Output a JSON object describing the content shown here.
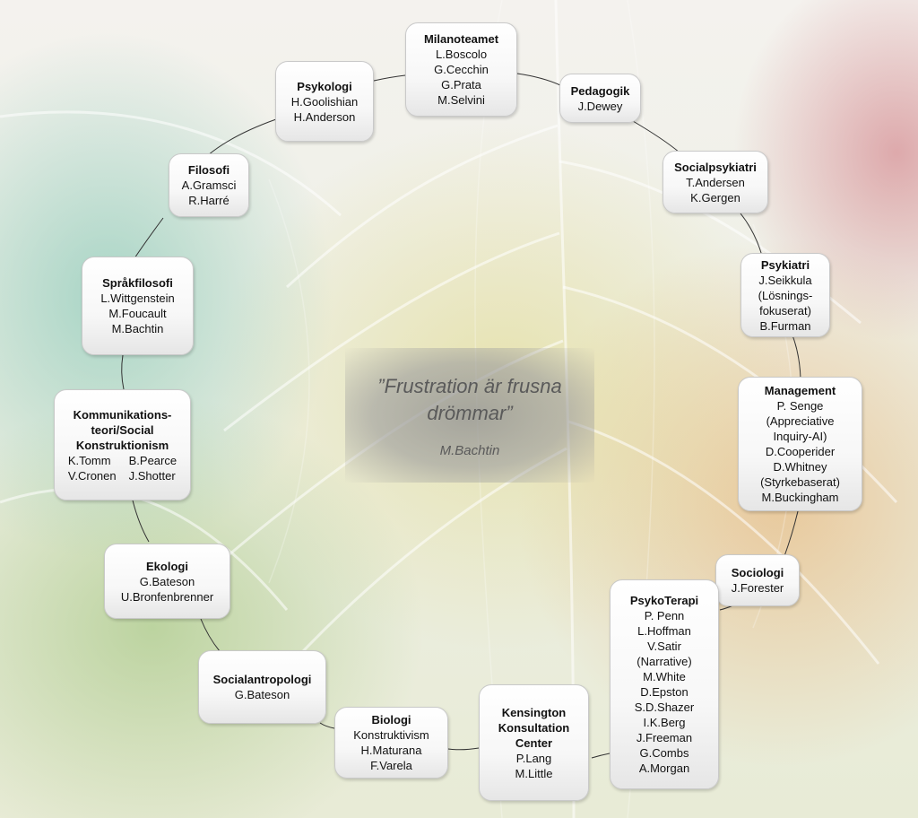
{
  "quote": {
    "line1": "”Frustration är frusna",
    "line2": "drömmar”",
    "author": "M.Bachtin"
  },
  "nodes": {
    "milanoteamet": {
      "title": "Milanoteamet",
      "lines": [
        "L.Boscolo",
        "G.Cecchin",
        "G.Prata",
        "M.Selvini"
      ]
    },
    "pedagogik": {
      "title": "Pedagogik",
      "lines": [
        "J.Dewey"
      ]
    },
    "socialpsykiatri": {
      "title": "Socialpsykiatri",
      "lines": [
        "T.Andersen",
        "K.Gergen"
      ]
    },
    "psykiatri": {
      "title": "Psykiatri",
      "lines": [
        "J.Seikkula",
        "(Lösnings-",
        "fokuserat)",
        "B.Furman"
      ]
    },
    "management": {
      "title": "Management",
      "lines": [
        "P. Senge",
        "(Appreciative",
        "Inquiry-AI)",
        "D.Cooperider",
        "D.Whitney",
        "(Styrkebaserat)",
        "M.Buckingham"
      ]
    },
    "sociologi": {
      "title": "Sociologi",
      "lines": [
        "J.Forester"
      ]
    },
    "psykoterapi": {
      "title": "PsykoTerapi",
      "lines": [
        "P. Penn",
        "L.Hoffman",
        "V.Satir",
        "(Narrative)",
        "M.White",
        "D.Epston",
        "S.D.Shazer",
        "I.K.Berg",
        "J.Freeman",
        "G.Combs",
        "A.Morgan"
      ]
    },
    "kensington": {
      "title_lines": [
        "Kensington",
        "Konsultation",
        "Center"
      ],
      "lines": [
        "P.Lang",
        "M.Little"
      ]
    },
    "biologi": {
      "title": "Biologi",
      "lines": [
        "Konstruktivism",
        "H.Maturana",
        "F.Varela"
      ]
    },
    "socialantropologi": {
      "title": "Socialantropologi",
      "lines": [
        "G.Bateson"
      ]
    },
    "ekologi": {
      "title": "Ekologi",
      "lines": [
        "G.Bateson",
        "U.Bronfenbrenner"
      ]
    },
    "kommunikation": {
      "title_lines": [
        "Kommunikations-",
        "teori/Social",
        "Konstruktionism"
      ],
      "grid": [
        "K.Tomm",
        "B.Pearce",
        "V.Cronen",
        "J.Shotter"
      ]
    },
    "sprakfilosofi": {
      "title": "Språkfilosofi",
      "lines": [
        "L.Wittgenstein",
        "M.Foucault",
        "M.Bachtin"
      ]
    },
    "filosofi": {
      "title": "Filosofi",
      "lines": [
        "A.Gramsci",
        "R.Harré"
      ]
    },
    "psykologi": {
      "title": "Psykologi",
      "lines": [
        "H.Goolishian",
        "H.Anderson"
      ]
    }
  }
}
